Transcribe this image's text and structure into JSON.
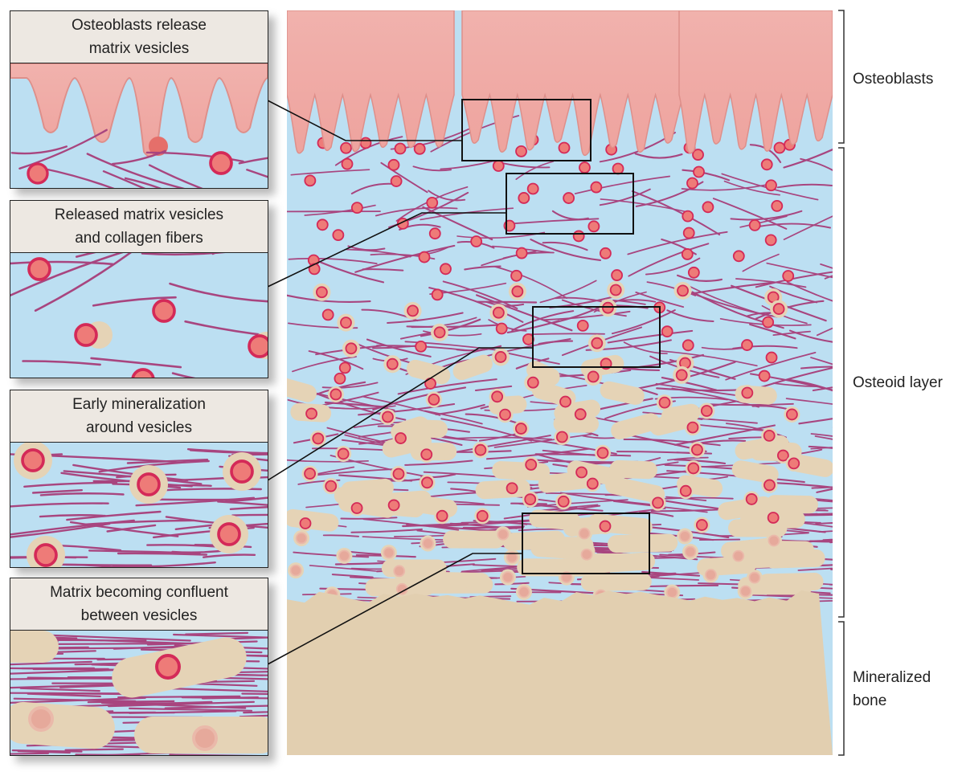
{
  "figure": {
    "panels": [
      {
        "id": "p1",
        "title": "Osteoblasts release\nmatrix vesicles",
        "stage": "release"
      },
      {
        "id": "p2",
        "title": "Released matrix vesicles\nand collagen fibers",
        "stage": "fibers"
      },
      {
        "id": "p3",
        "title": "Early mineralization\naround vesicles",
        "stage": "early"
      },
      {
        "id": "p4",
        "title": "Matrix becoming confluent\nbetween vesicles",
        "stage": "confluent"
      }
    ],
    "layers": [
      {
        "id": "osteoblasts",
        "label": "Osteoblasts"
      },
      {
        "id": "osteoid",
        "label": "Osteoid layer"
      },
      {
        "id": "bone",
        "label": "Mineralized\nbone"
      }
    ]
  },
  "colors": {
    "fluid": "#bcdff2",
    "cell": "#f0aaa5",
    "cell_edge": "#de8f8a",
    "fiber": "#a8457f",
    "vesicle_fill": "#ee7b78",
    "vesicle_ring": "#d42a58",
    "mineral": "#e5d3b6",
    "bone": "#e2cfb0"
  }
}
